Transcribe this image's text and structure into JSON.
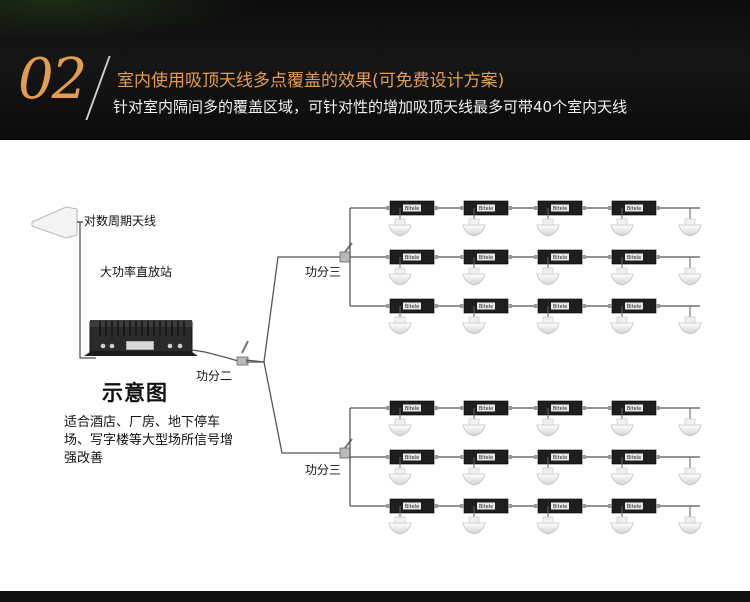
{
  "header": {
    "number": "02",
    "title": "室内使用吸顶天线多点覆盖的效果(可免费设计方案)",
    "subtitle": "针对室内隔间多的覆盖区域，可针对性的增加吸顶天线最多可带40个室内天线"
  },
  "diagram": {
    "antenna_label": "对数周期天线",
    "repeater_label": "大功率直放站",
    "splitter2_label": "功分二",
    "splitter3_label_top": "功分三",
    "splitter3_label_bottom": "功分三",
    "schematic_label": "示意图",
    "description": "适合酒店、厂房、地下停车场、写字楼等大型场所信号增强改善",
    "coupler_text": "Bitele",
    "groups": 2,
    "rows_per_group": 3,
    "couplers_per_row": 4,
    "ceiling_antennas_per_row": 5
  },
  "colors": {
    "title_orange": "#e39d4f",
    "banner_bg": "#111111",
    "cable": "#555555"
  }
}
